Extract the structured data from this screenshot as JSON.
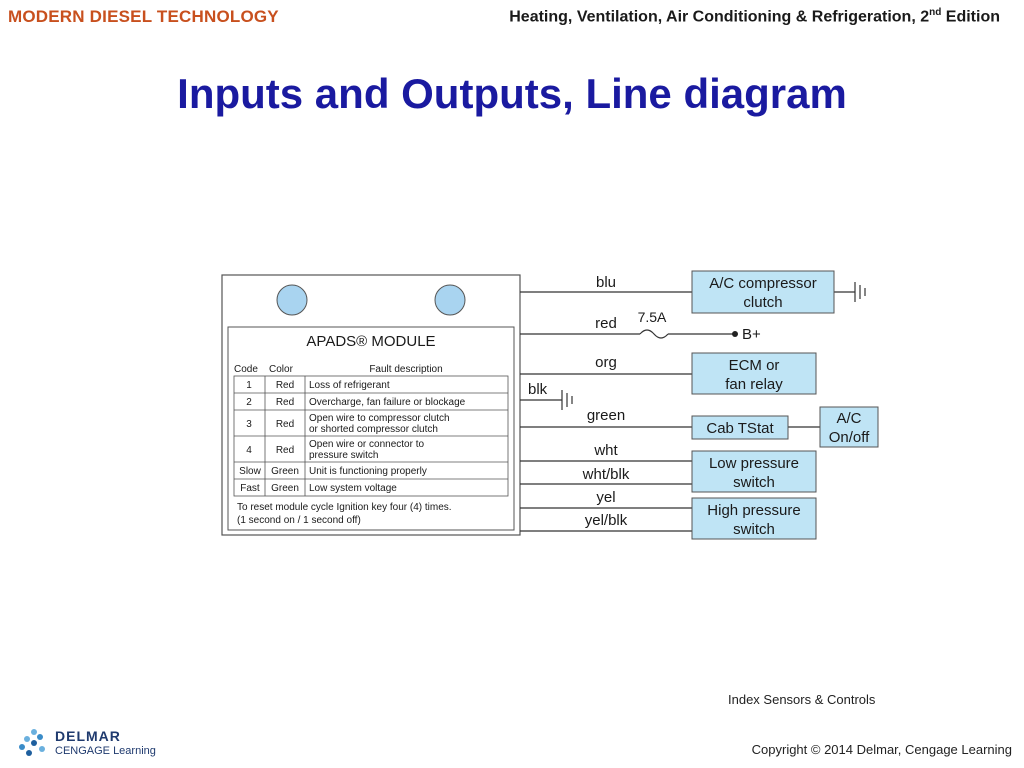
{
  "header": {
    "brand": "MODERN DIESEL TECHNOLOGY",
    "book_title": "Heating, Ventilation, Air Conditioning & Refrigeration, 2",
    "book_title_sup": "nd",
    "book_edition": " Edition"
  },
  "slide_title": "Inputs and Outputs, Line diagram",
  "module": {
    "name": "APADS® MODULE",
    "col_code": "Code",
    "col_color": "Color",
    "col_fault": "Fault description",
    "rows": [
      {
        "code": "1",
        "color": "Red",
        "fault1": "Loss of refrigerant",
        "fault2": ""
      },
      {
        "code": "2",
        "color": "Red",
        "fault1": "Overcharge, fan failure or blockage",
        "fault2": ""
      },
      {
        "code": "3",
        "color": "Red",
        "fault1": "Open wire to compressor clutch",
        "fault2": "or shorted compressor clutch"
      },
      {
        "code": "4",
        "color": "Red",
        "fault1": "Open wire or connector to",
        "fault2": "pressure switch"
      },
      {
        "code": "Slow",
        "color": "Green",
        "fault1": "Unit is functioning properly",
        "fault2": ""
      },
      {
        "code": "Fast",
        "color": "Green",
        "fault1": "Low system voltage",
        "fault2": ""
      }
    ],
    "reset1": "To reset module cycle Ignition key four (4) times.",
    "reset2": "(1 second on / 1 second off)"
  },
  "wires": {
    "blu": "blu",
    "red": "red",
    "fuse": "7.5A",
    "bplus": "B+",
    "org": "org",
    "blk": "blk",
    "green": "green",
    "wht": "wht",
    "whtblk": "wht/blk",
    "yel": "yel",
    "yelblk": "yel/blk"
  },
  "components": {
    "ac_clutch_1": "A/C compressor",
    "ac_clutch_2": "clutch",
    "ecm_1": "ECM or",
    "ecm_2": "fan relay",
    "cab_tstat": "Cab TStat",
    "ac_onoff_1": "A/C",
    "ac_onoff_2": "On/off",
    "low_1": "Low pressure",
    "low_2": "switch",
    "high_1": "High pressure",
    "high_2": "switch"
  },
  "caption": "Index Sensors & Controls",
  "copyright": "Copyright © 2014 Delmar, Cengage Learning",
  "logo": {
    "line1": "DELMAR",
    "line2": "CENGAGE Learning"
  },
  "colors": {
    "brand": "#c8501e",
    "title": "#1a1aa0",
    "box_fill": "#bfe4f5",
    "indicator": "#a9d4f0"
  }
}
